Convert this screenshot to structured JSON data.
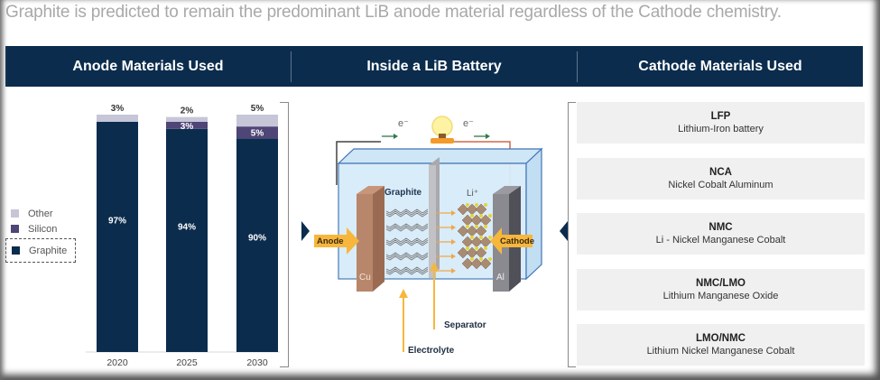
{
  "headline": "Graphite is predicted to remain the predominant LiB anode material regardless of the Cathode chemistry.",
  "header": {
    "anode_title": "Anode Materials Used",
    "battery_title": "Inside a LiB Battery",
    "cathode_title": "Cathode Materials Used"
  },
  "colors": {
    "navy": "#0b2c4d",
    "graphite": "#0b2c4d",
    "silicon": "#4f4577",
    "other": "#c6c6d8",
    "accent_orange": "#f6b73c"
  },
  "chart_data": {
    "type": "bar",
    "stacked": true,
    "title": "Anode Materials Used",
    "xlabel": "",
    "ylabel": "",
    "ylim": [
      0,
      100
    ],
    "grid": false,
    "legend_position": "left",
    "categories": [
      "2020",
      "2025",
      "2030"
    ],
    "series": [
      {
        "name": "Graphite",
        "color": "#0b2c4d",
        "values": [
          97,
          94,
          90
        ],
        "labels": [
          "97%",
          "94%",
          "90%"
        ]
      },
      {
        "name": "Silicon",
        "color": "#4f4577",
        "values": [
          0,
          3,
          5
        ],
        "labels": [
          "",
          "3%",
          "5%"
        ]
      },
      {
        "name": "Other",
        "color": "#c6c6d8",
        "values": [
          3,
          2,
          5
        ],
        "labels": [
          "3%",
          "2%",
          "5%"
        ]
      }
    ],
    "legend": [
      {
        "name": "Other",
        "color": "#c6c6d8",
        "selected": false
      },
      {
        "name": "Silicon",
        "color": "#4f4577",
        "selected": false
      },
      {
        "name": "Graphite",
        "color": "#0b2c4d",
        "selected": true
      }
    ]
  },
  "battery": {
    "labels": {
      "graphite": "Graphite",
      "li_ion": "Li⁺",
      "anode": "Anode",
      "cathode": "Cathode",
      "cu": "Cu",
      "al": "Al",
      "separator": "Separator",
      "electrolyte": "Electrolyte",
      "electron_left": "e⁻",
      "electron_right": "e⁻"
    }
  },
  "cathodes": [
    {
      "code": "LFP",
      "name": "Lithium-Iron battery"
    },
    {
      "code": "NCA",
      "name": "Nickel Cobalt Aluminum"
    },
    {
      "code": "NMC",
      "name": "Li - Nickel Manganese Cobalt"
    },
    {
      "code": "NMC/LMO",
      "name": "Lithium Manganese Oxide"
    },
    {
      "code": "LMO/NMC",
      "name": "Lithium Nickel Manganese Cobalt"
    }
  ]
}
